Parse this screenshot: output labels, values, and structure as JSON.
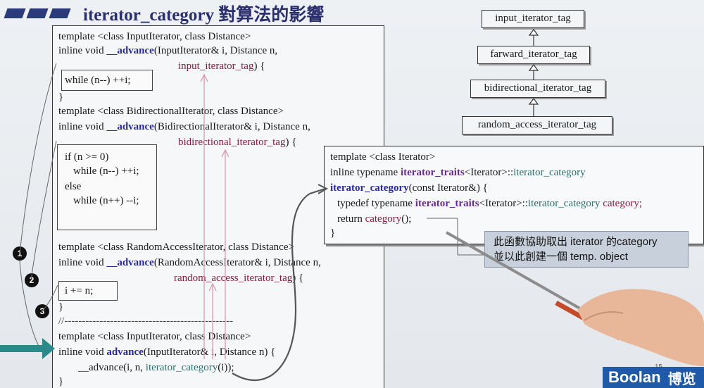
{
  "title": "iterator_category 對算法的影響",
  "code_panel": {
    "block1": {
      "l1": "template <class InputIterator, class Distance>",
      "l2a": "inline void ",
      "l2b": "__advance",
      "l2c": "(InputIterator& i, Distance n,",
      "l3": "input_iterator_tag",
      "l3b": ") {",
      "body": "while (n--) ++i;",
      "close": "}"
    },
    "block2": {
      "l1": "template <class BidirectionalIterator, class Distance>",
      "l2a": "inline void ",
      "l2b": "__advance",
      "l2c": "(BidirectionalIterator& i, Distance n,",
      "l3": "bidirectional_iterator_tag",
      "l3b": ") {",
      "body1": "if (n >= 0)",
      "body2": "while (n--) ++i;",
      "body3": "else",
      "body4": "while (n++) --i;",
      "close": "}"
    },
    "block3": {
      "l1": "template <class RandomAccessIterator, class Distance>",
      "l2a": "inline void ",
      "l2b": "__advance",
      "l2c": "(RandomAccessIterator& i, Distance n,",
      "l3": "random_access_iterator_tag",
      "l3b": ") {",
      "body": "i += n;",
      "close": "}"
    },
    "separator": "//------------------------------------------------",
    "block4": {
      "l1": "template <class InputIterator, class Distance>",
      "l2a": "inline void ",
      "l2b": "advance",
      "l2c": "(InputIterator& i, Distance n) {",
      "l3a": "__advance(i, n, ",
      "l3b": "iterator_category",
      "l3c": "(i));",
      "close": "}"
    }
  },
  "tree": {
    "n1": "input_iterator_tag",
    "n2": "farward_iterator_tag",
    "n3": "bidirectional_iterator_tag",
    "n4": "random_access_iterator_tag"
  },
  "trait_box": {
    "l1": "template <class Iterator>",
    "l2a": "inline typename ",
    "l2b": "iterator_traits",
    "l2c": "<Iterator>::",
    "l2d": "iterator_category",
    "l3a": "iterator_category",
    "l3b": "(const Iterator&) {",
    "l4a": "typedef typename ",
    "l4b": "iterator_traits",
    "l4c": "<Iterator>::",
    "l4d": "iterator_category",
    "l4e": " category;",
    "l5a": "return ",
    "l5b": "category",
    "l5c": "();",
    "l6": "}"
  },
  "callout": {
    "line1": "此函數協助取出 iterator 的category",
    "line2": "並以此創建一個 temp. object"
  },
  "badges": [
    "1",
    "2",
    "3"
  ],
  "logo": {
    "en": "Boolan",
    "cn": "博览"
  },
  "page_number": "15",
  "colors": {
    "function_blue": "#2a2aa0",
    "tag_red": "#8a1c3a",
    "traits_purple": "#6a2a90",
    "category_teal": "#2a7070",
    "logo_blue": "#1e5aa8",
    "arrow_teal": "#2a8a8a"
  }
}
